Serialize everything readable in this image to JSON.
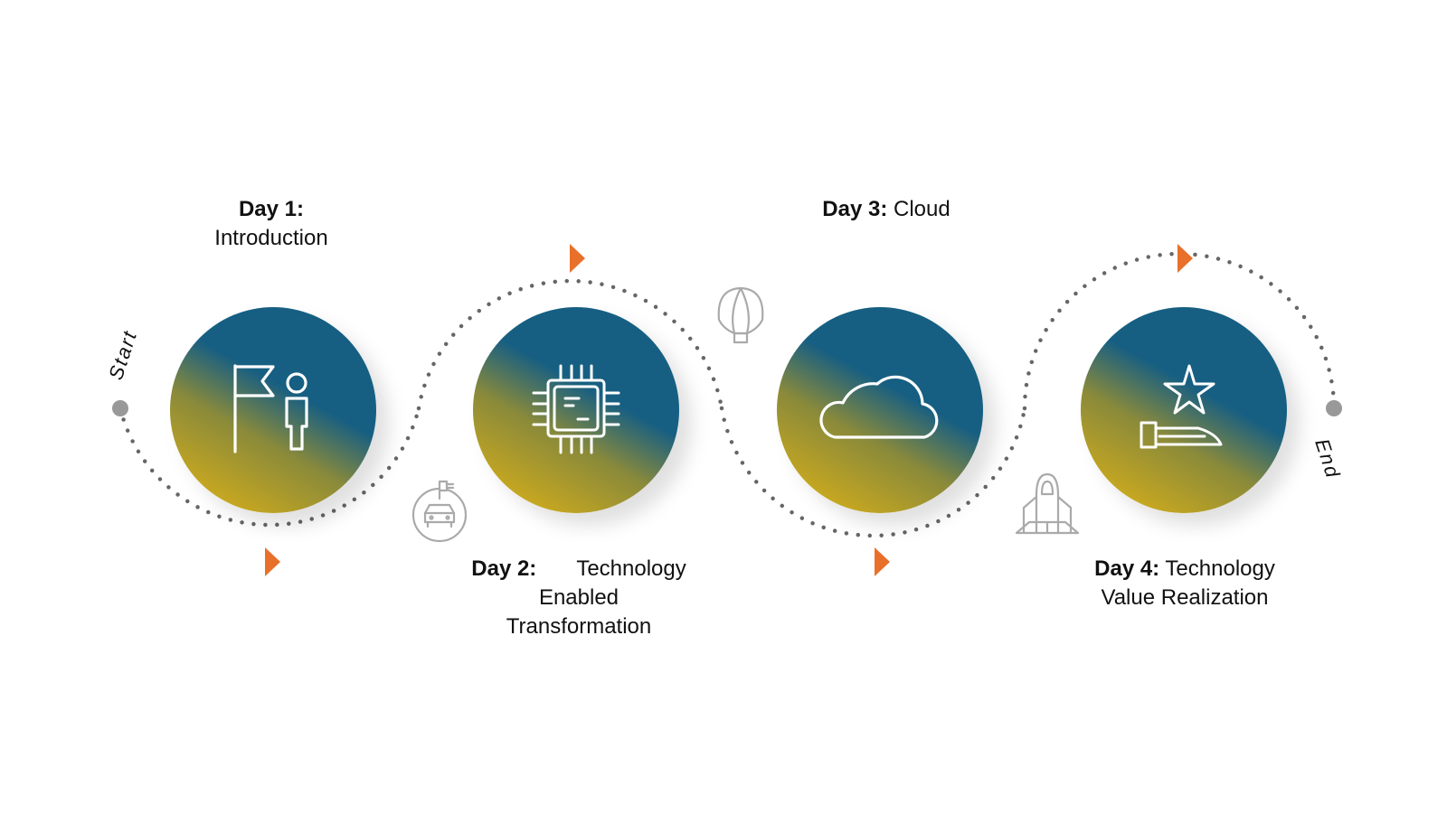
{
  "start_label": "Start",
  "end_label": "End",
  "colors": {
    "gradient_top": "#185f82",
    "gradient_bottom": "#c8a820",
    "dots": "#666666",
    "arrow": "#e8702a",
    "endpoint": "#999999",
    "outline_icon": "#aaaaaa"
  },
  "days": [
    {
      "day": "Day 1:",
      "line1": "",
      "line2": "Introduction",
      "line3": "",
      "icon": "flag-person-icon"
    },
    {
      "day": "Day 2:",
      "line1": "Technology",
      "line2": "Enabled",
      "line3": "Transformation",
      "icon": "chip-icon"
    },
    {
      "day": "Day 3:",
      "line1": "Cloud",
      "line2": "",
      "line3": "",
      "icon": "cloud-icon"
    },
    {
      "day": "Day 4:",
      "line1": "Technology",
      "line2": "Value Realization",
      "line3": "",
      "icon": "hand-star-icon"
    }
  ],
  "decor_icons": [
    "electric-car-icon",
    "hot-air-balloon-icon",
    "space-shuttle-icon"
  ]
}
